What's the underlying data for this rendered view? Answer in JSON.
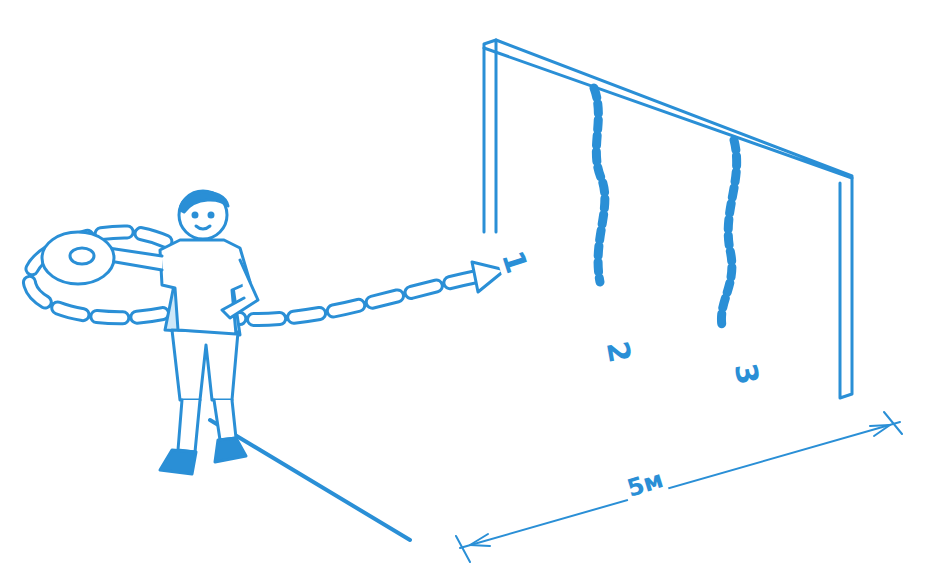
{
  "diagram": {
    "labels": [
      "1",
      "2",
      "3",
      "5м"
    ]
  }
}
